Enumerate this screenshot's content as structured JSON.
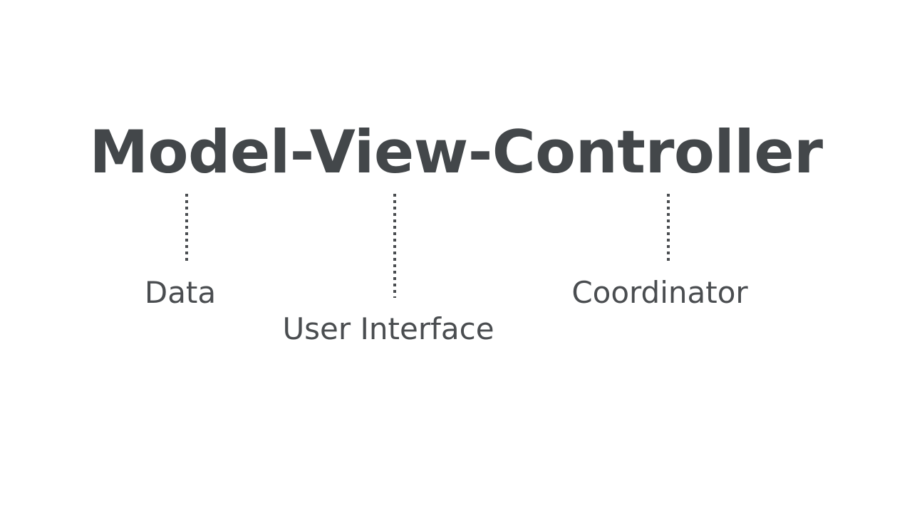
{
  "slide": {
    "background_color": "#ffffff",
    "text_color": "#43474a",
    "title": "Model-View-Controller",
    "title_parts": [
      "Model",
      "View",
      "Controller"
    ],
    "connectors": [
      {
        "name": "model-connector",
        "style": "dotted-vertical",
        "color": "#4a4d50"
      },
      {
        "name": "view-connector",
        "style": "dotted-vertical",
        "color": "#4a4d50"
      },
      {
        "name": "controller-connector",
        "style": "dotted-vertical",
        "color": "#4a4d50"
      }
    ],
    "labels": [
      {
        "id": "data",
        "text": "Data",
        "parent": "Model"
      },
      {
        "id": "ui",
        "text": "User Interface",
        "parent": "View"
      },
      {
        "id": "coordinator",
        "text": "Coordinator",
        "parent": "Controller"
      }
    ]
  }
}
